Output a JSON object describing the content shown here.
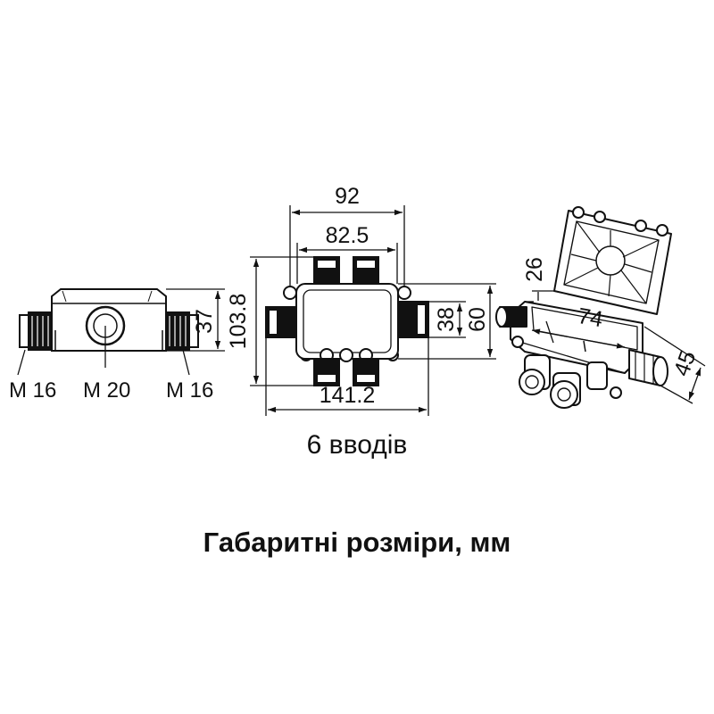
{
  "side_view": {
    "thread_left": "M 16",
    "thread_center": "M 20",
    "thread_right": "M 16",
    "height_dim": "37"
  },
  "top_view": {
    "outer_width_dim": "92",
    "inner_width_dim": "82.5",
    "total_height_dim": "103.8",
    "total_width_dim": "141.2",
    "body_height_dim": "60",
    "inner_height_dim": "38"
  },
  "iso_view": {
    "lid_height_dim": "26",
    "length_dim": "74",
    "depth_dim": "45"
  },
  "subtitle": "6 вводів",
  "title": "Габаритні розміри, мм"
}
